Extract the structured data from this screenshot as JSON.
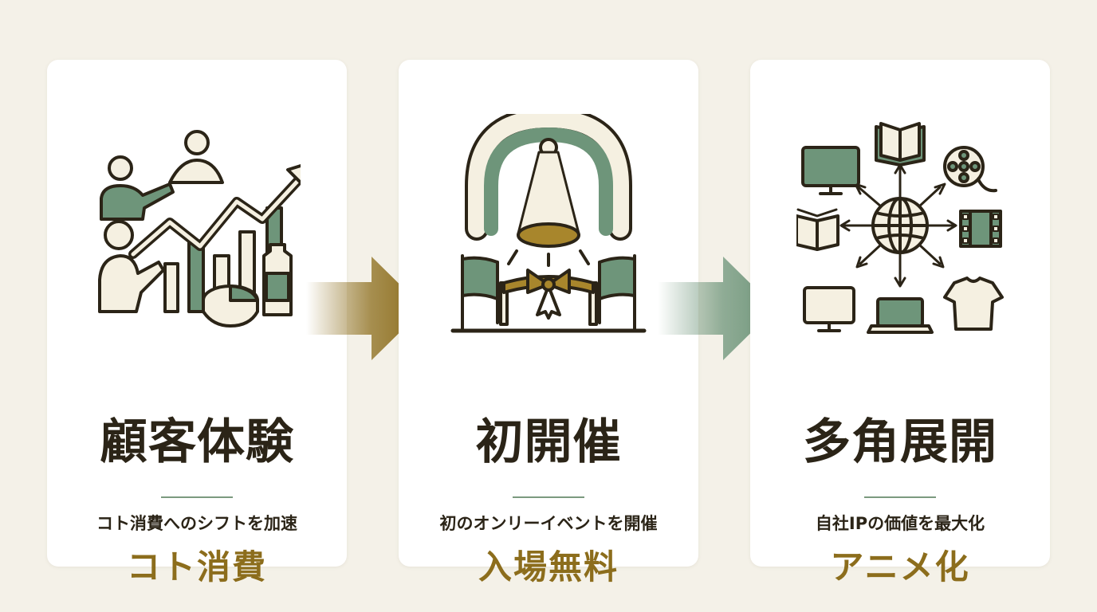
{
  "colors": {
    "background": "#f4f1e8",
    "card": "#ffffff",
    "ink": "#2b2417",
    "gold": "#8c6d1c",
    "green": "#6e957a",
    "cream": "#f5f0e1"
  },
  "cards": [
    {
      "title": "顧客体験",
      "subtitle": "コト消費へのシフトを加速",
      "highlight": "コト消費",
      "icon": "growth-chart-people-icon"
    },
    {
      "title": "初開催",
      "subtitle": "初のオンリーイベントを開催",
      "highlight": "入場無料",
      "icon": "event-arch-ribbon-icon"
    },
    {
      "title": "多角展開",
      "subtitle": "自社IPの価値を最大化",
      "highlight": "アニメ化",
      "icon": "globe-media-network-icon"
    }
  ],
  "arrows": [
    {
      "icon": "arrow-right-icon",
      "color": "#8c6d1c"
    },
    {
      "icon": "arrow-right-icon",
      "color": "#6e957a"
    }
  ]
}
